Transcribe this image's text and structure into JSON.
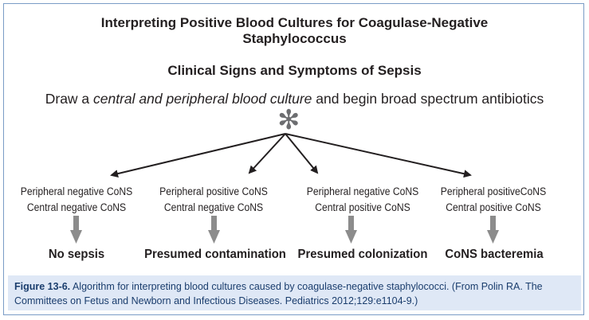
{
  "title": "Interpreting Positive Blood Cultures for Coagulase-Negative Staphylococcus",
  "subtitle": "Clinical Signs and Symptoms of Sepsis",
  "instruction": {
    "before": "Draw a ",
    "emphasis": "central and peripheral blood culture",
    "after": " and begin broad spectrum antibiotics"
  },
  "star_symbol": "✻",
  "branches": [
    {
      "peripheral": "Peripheral negative CoNS",
      "central": "Central negative CoNS",
      "outcome": "No sepsis"
    },
    {
      "peripheral": "Peripheral positive CoNS",
      "central": "Central negative CoNS",
      "outcome": "Presumed contamination"
    },
    {
      "peripheral": "Peripheral negative CoNS",
      "central": "Central positive CoNS",
      "outcome": "Presumed colonization"
    },
    {
      "peripheral": "Peripheral positiveCoNS",
      "central": "Central positive CoNS",
      "outcome": "CoNS bacteremia"
    }
  ],
  "caption": {
    "label": "Figure 13-6.",
    "text": " Algorithm for interpreting blood cultures caused by coagulase-negative staphylococci. (From Polin RA. The Committees on Fetus and Newborn and Infectious Diseases. Pediatrics 2012;129:e1104-9.)"
  },
  "colors": {
    "border": "#7a9cc6",
    "caption_bg": "#dfe8f6",
    "caption_text": "#1a3d6d",
    "arrow_gray": "#8c8c8c",
    "text": "#231f20"
  }
}
